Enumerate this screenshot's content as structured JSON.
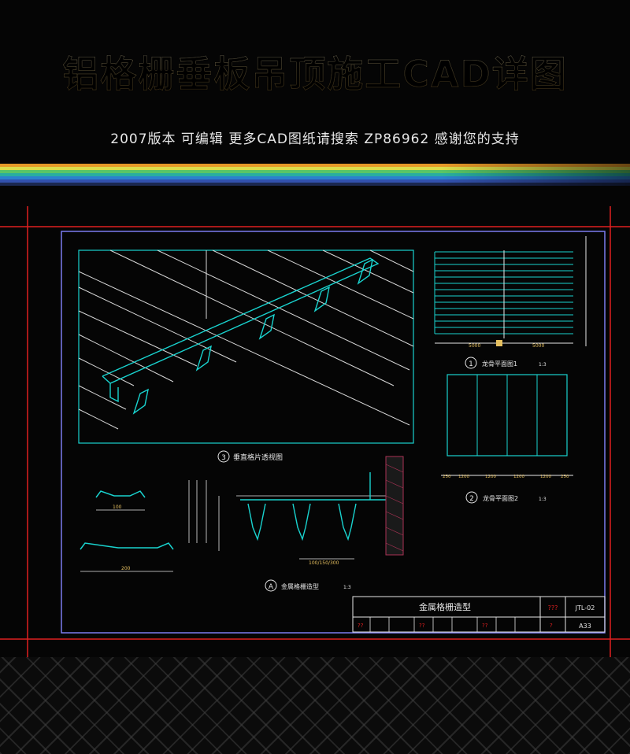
{
  "header": {
    "title": "铝格栅垂板吊顶施工CAD详图",
    "subtitle": "2007版本  可编辑  更多CAD图纸请搜索  ZP86962  感谢您的支持"
  },
  "drawing": {
    "view1": {
      "number": "1",
      "label": "龙骨平面图1",
      "scale": "1:3",
      "dims": [
        "5000",
        "5000"
      ]
    },
    "view2": {
      "number": "2",
      "label": "龙骨平面图2",
      "scale": "1:3",
      "dims": [
        "250",
        "1200",
        "1200",
        "1200",
        "1200",
        "250"
      ]
    },
    "view3": {
      "number": "3",
      "label": "垂直格片透视图"
    },
    "viewA": {
      "number": "A",
      "label": "金属格栅造型",
      "scale": "1:3",
      "dims": [
        "100",
        "200",
        "100/150/300"
      ]
    },
    "title_block": {
      "name": "金属格栅造型",
      "code": "JTL-02",
      "sheet": "A33",
      "mark": "???"
    }
  },
  "colors": {
    "cyan": "#19d3cf",
    "frame": "#7c7cf0",
    "red": "#e02020",
    "white": "#e6e6e6"
  }
}
